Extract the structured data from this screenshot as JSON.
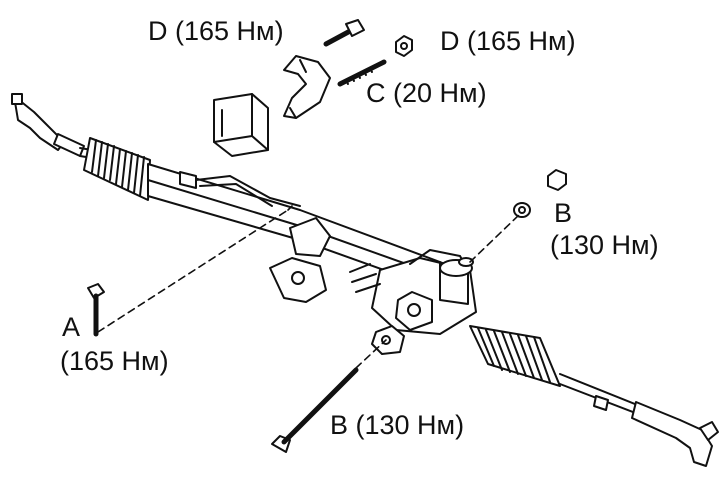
{
  "labels": {
    "d_left": "D (165 Нм)",
    "d_right": "D (165 Нм)",
    "c": "C (20 Нм)",
    "b_right_letter": "B",
    "b_right_torque": "(130 Нм)",
    "a_letter": "A",
    "a_torque": "(165 Нм)",
    "b_bottom": "B (130 Нм)"
  },
  "colors": {
    "ink": "#111111",
    "paper": "#ffffff"
  }
}
